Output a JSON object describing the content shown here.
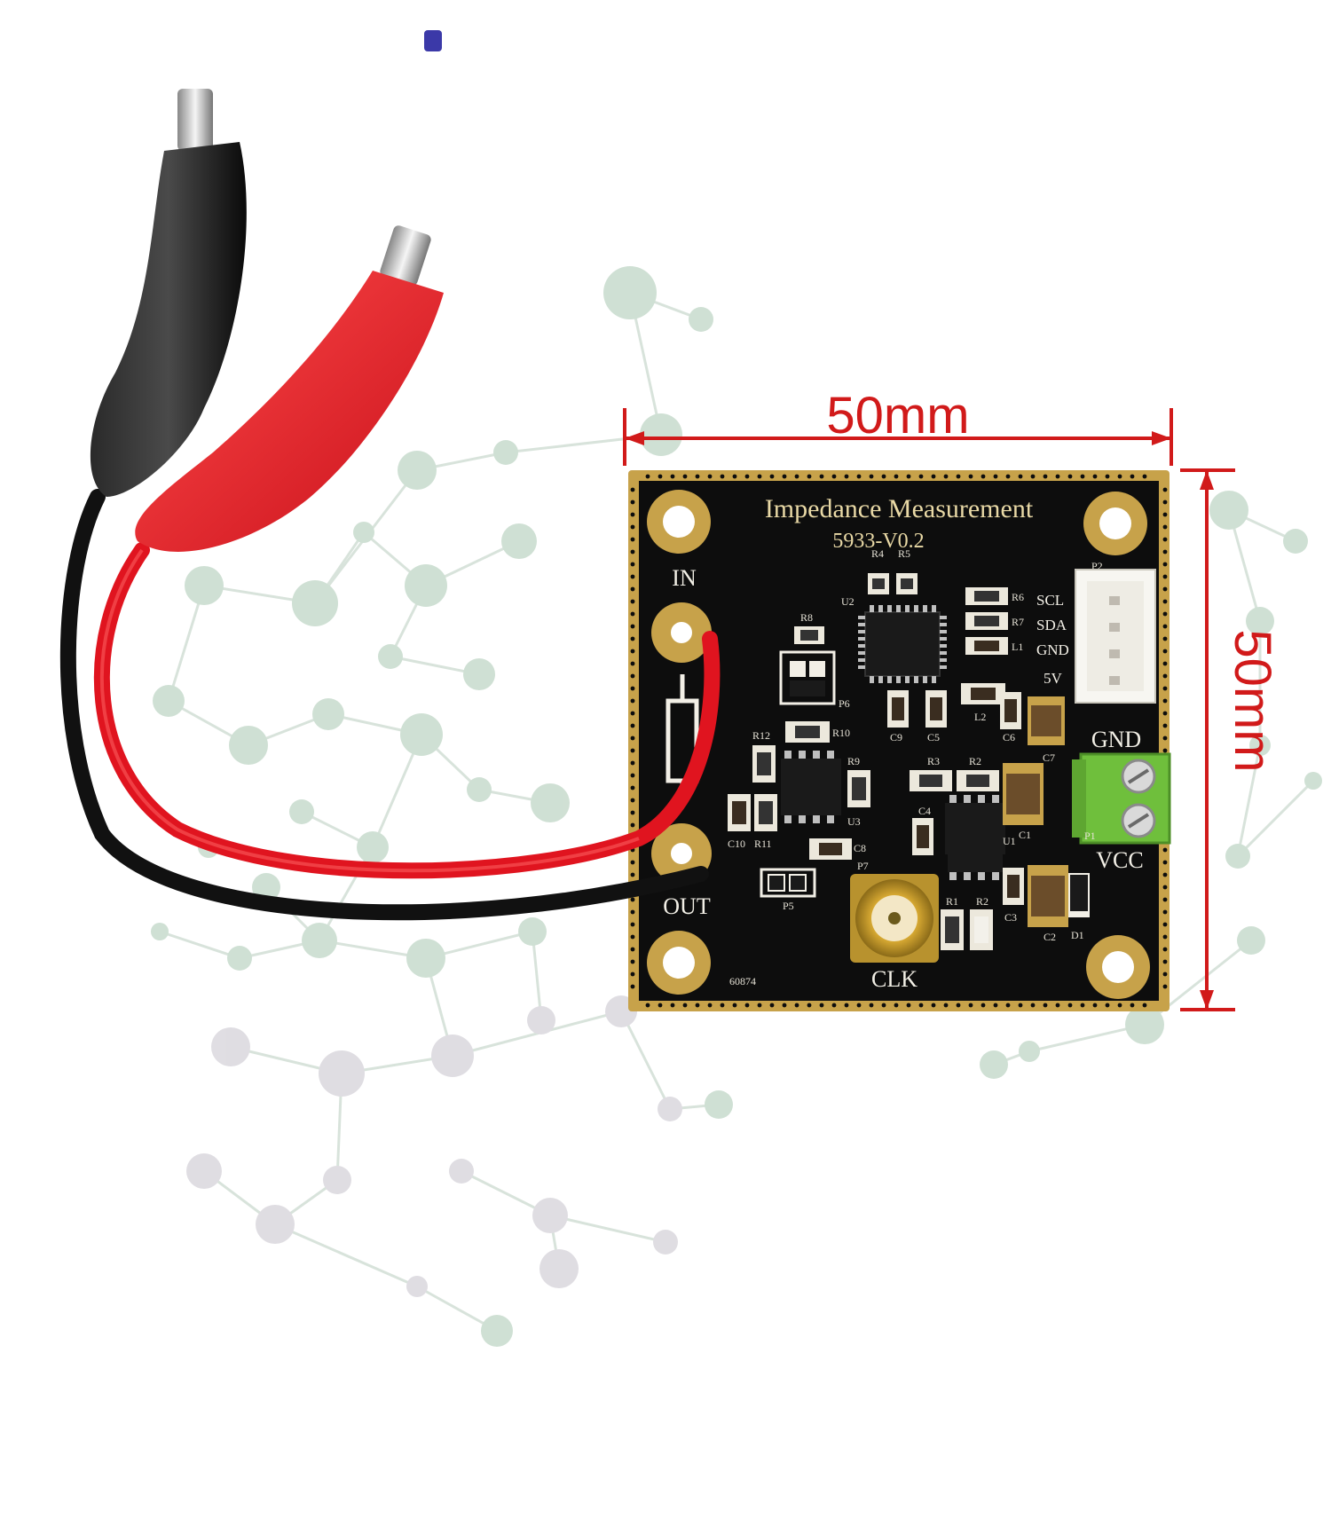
{
  "dimensions": {
    "width_label": "50mm",
    "height_label": "50mm"
  },
  "board": {
    "title": "Impedance Measurement",
    "version": "5933-V0.2",
    "in_label": "IN",
    "out_label": "OUT",
    "clk_label": "CLK",
    "gnd_label": "GND",
    "vcc_label": "VCC",
    "pin_scl": "SCL",
    "pin_sda": "SDA",
    "pin_gnd": "GND",
    "pin_5v": "5V",
    "serial": "60874",
    "refs": {
      "r4": "R4",
      "r5": "R5",
      "u2": "U2",
      "r8": "R8",
      "p6": "P6",
      "r10": "R10",
      "r12": "R12",
      "r9": "R9",
      "u3": "U3",
      "c10": "C10",
      "r11": "R11",
      "c8": "C8",
      "p5": "P5",
      "p7": "P7",
      "r3": "R3",
      "r2a": "R2",
      "c4": "C4",
      "u1": "U1",
      "c1": "C1",
      "c9": "C9",
      "c5": "C5",
      "l2": "L2",
      "c6": "C6",
      "c7": "C7",
      "r6": "R6",
      "r7": "R7",
      "l1": "L1",
      "p2": "P2",
      "p1": "P1",
      "c3": "C3",
      "c2": "C2",
      "d1": "D1",
      "r1": "R1",
      "r2b": "R2"
    }
  },
  "colors": {
    "dimension": "#d11a1a",
    "pcb": "#0d0d0d",
    "gold": "#c7a24a",
    "red_lead": "#e0141f",
    "black_lead": "#111111",
    "terminal": "#6fbf3c"
  }
}
